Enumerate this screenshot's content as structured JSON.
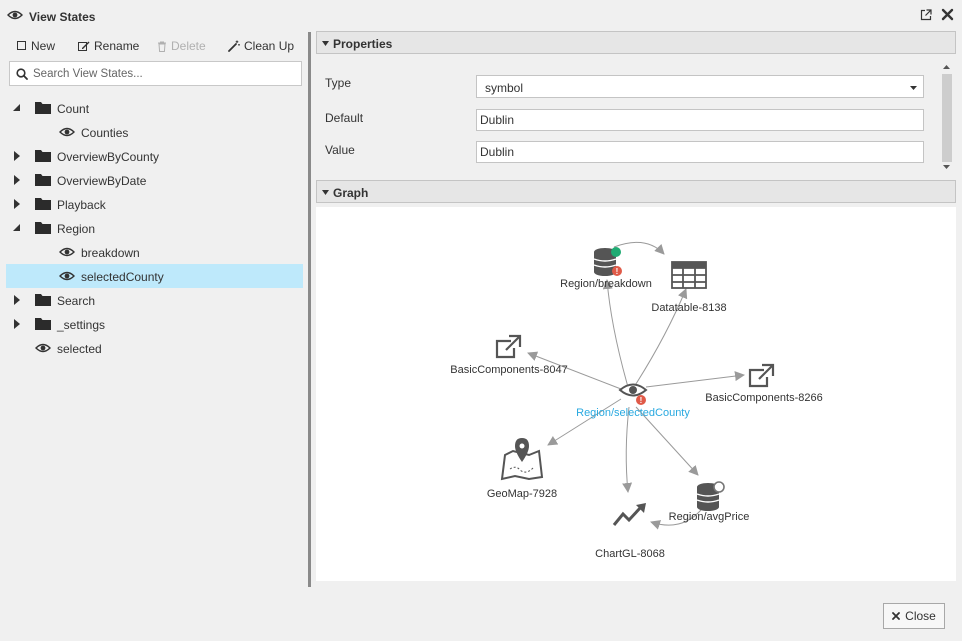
{
  "window": {
    "title": "View States"
  },
  "toolbar": {
    "new": "New",
    "rename": "Rename",
    "delete": "Delete",
    "cleanup": "Clean Up"
  },
  "search": {
    "placeholder": "Search View States..."
  },
  "tree": [
    {
      "label": "Count",
      "kind": "folder",
      "expanded": true
    },
    {
      "label": "Counties",
      "kind": "viewstate"
    },
    {
      "label": "OverviewByCounty",
      "kind": "folder",
      "expanded": false
    },
    {
      "label": "OverviewByDate",
      "kind": "folder",
      "expanded": false
    },
    {
      "label": "Playback",
      "kind": "folder",
      "expanded": false
    },
    {
      "label": "Region",
      "kind": "folder",
      "expanded": true
    },
    {
      "label": "breakdown",
      "kind": "viewstate"
    },
    {
      "label": "selectedCounty",
      "kind": "viewstate",
      "selected": true
    },
    {
      "label": "Search",
      "kind": "folder",
      "expanded": false
    },
    {
      "label": "_settings",
      "kind": "folder",
      "expanded": false
    },
    {
      "label": "selected",
      "kind": "viewstate"
    }
  ],
  "properties": {
    "title": "Properties",
    "type_label": "Type",
    "type_value": "symbol",
    "default_label": "Default",
    "default_value": "Dublin",
    "value_label": "Value",
    "value_value": "Dublin"
  },
  "graph": {
    "title": "Graph",
    "nodes": {
      "center": "Region/selectedCounty",
      "breakdown": "Region/breakdown",
      "datatable": "Datatable-8138",
      "basic_left": "BasicComponents-8047",
      "basic_right": "BasicComponents-8266",
      "geomap": "GeoMap-7928",
      "avgprice": "Region/avgPrice",
      "chartgl": "ChartGL-8068"
    },
    "colors": {
      "center_label": "#29a9e0",
      "status_ok": "#1fab73",
      "warning": "#e05a48",
      "edge": "#9a9a9a",
      "icon": "#555555"
    }
  },
  "footer": {
    "close": "Close"
  }
}
